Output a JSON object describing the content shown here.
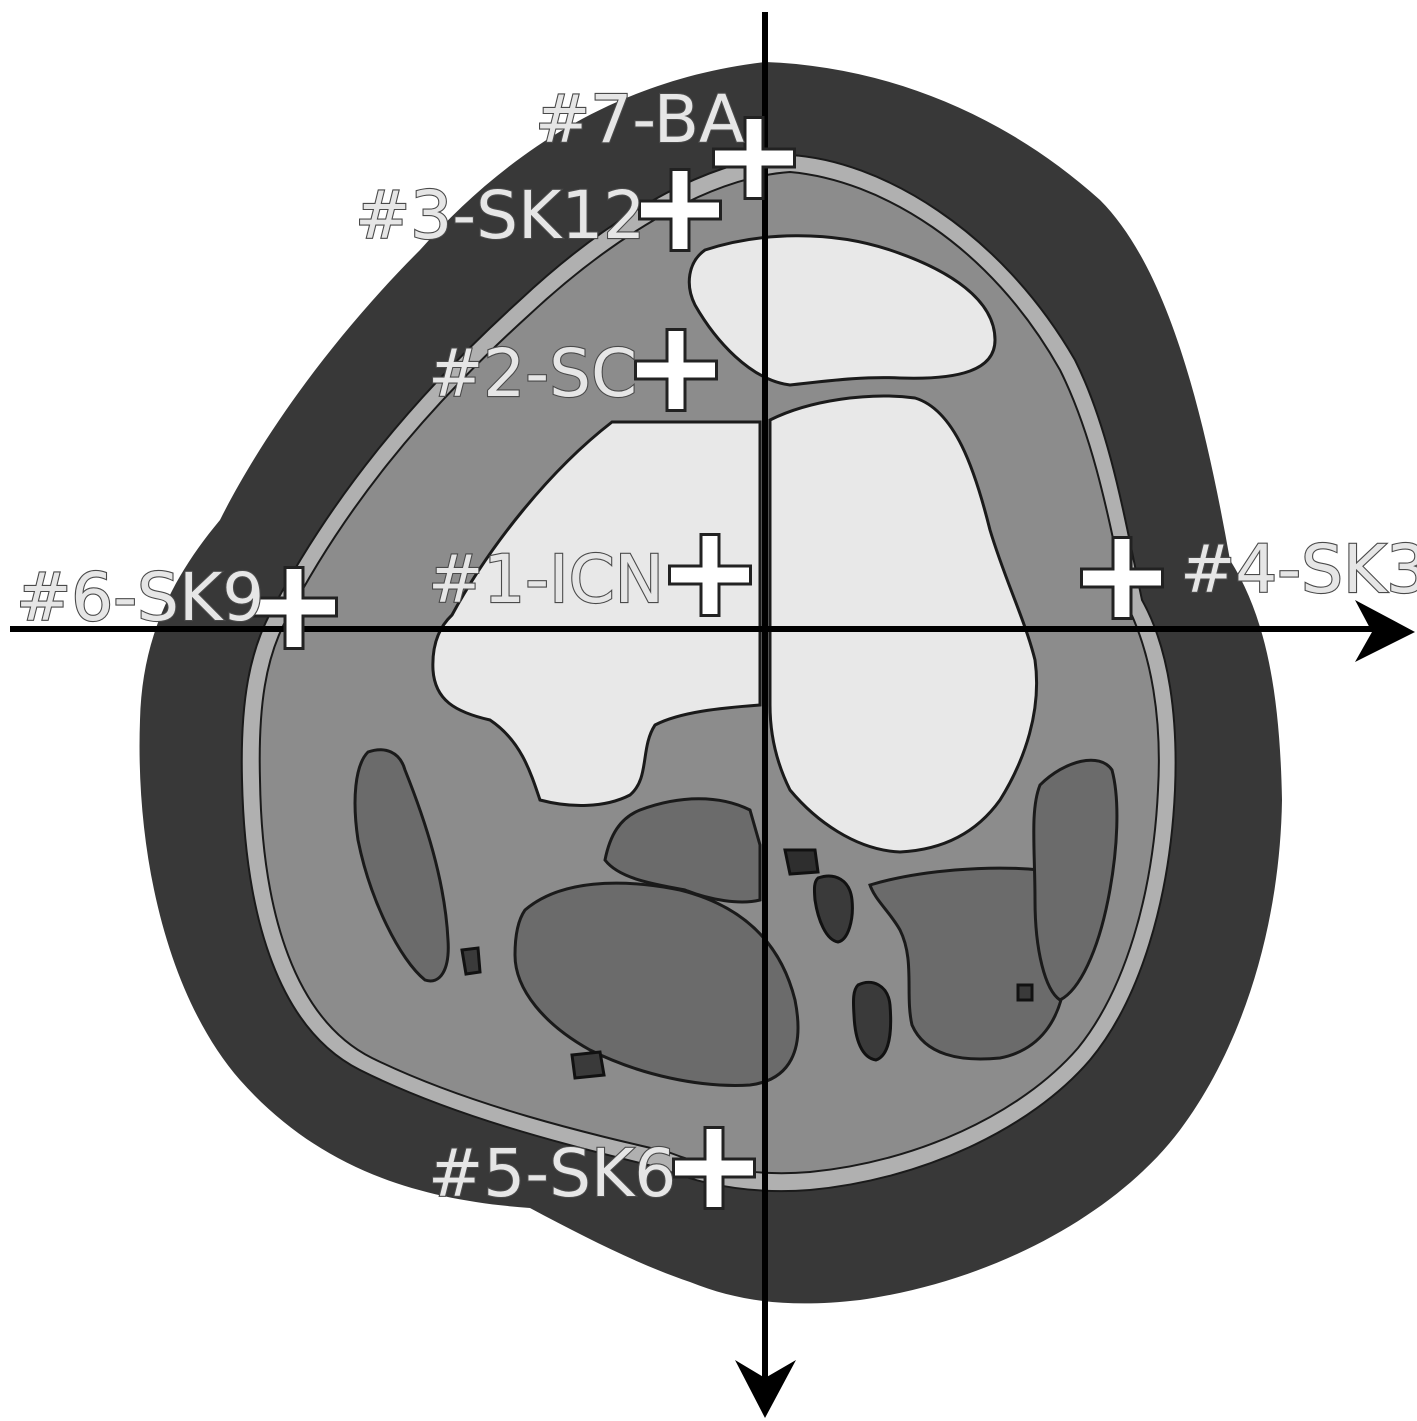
{
  "colors": {
    "outer_ring": "#383838",
    "thin_layer": "#b0b0b0",
    "tissue": "#8c8c8c",
    "bone": "#e8e8e8",
    "muscle": "#6b6b6b",
    "dark_region": "#3a3a3a",
    "axis": "#000000",
    "marker": "#ffffff"
  },
  "markers": [
    {
      "id": "marker-1",
      "label": "#1-ICN"
    },
    {
      "id": "marker-2",
      "label": "#2-SC"
    },
    {
      "id": "marker-3",
      "label": "#3-SK12"
    },
    {
      "id": "marker-4",
      "label": "#4-SK3"
    },
    {
      "id": "marker-5",
      "label": "#5-SK6"
    },
    {
      "id": "marker-6",
      "label": "#6-SK9"
    },
    {
      "id": "marker-7",
      "label": "#7-BA"
    }
  ]
}
